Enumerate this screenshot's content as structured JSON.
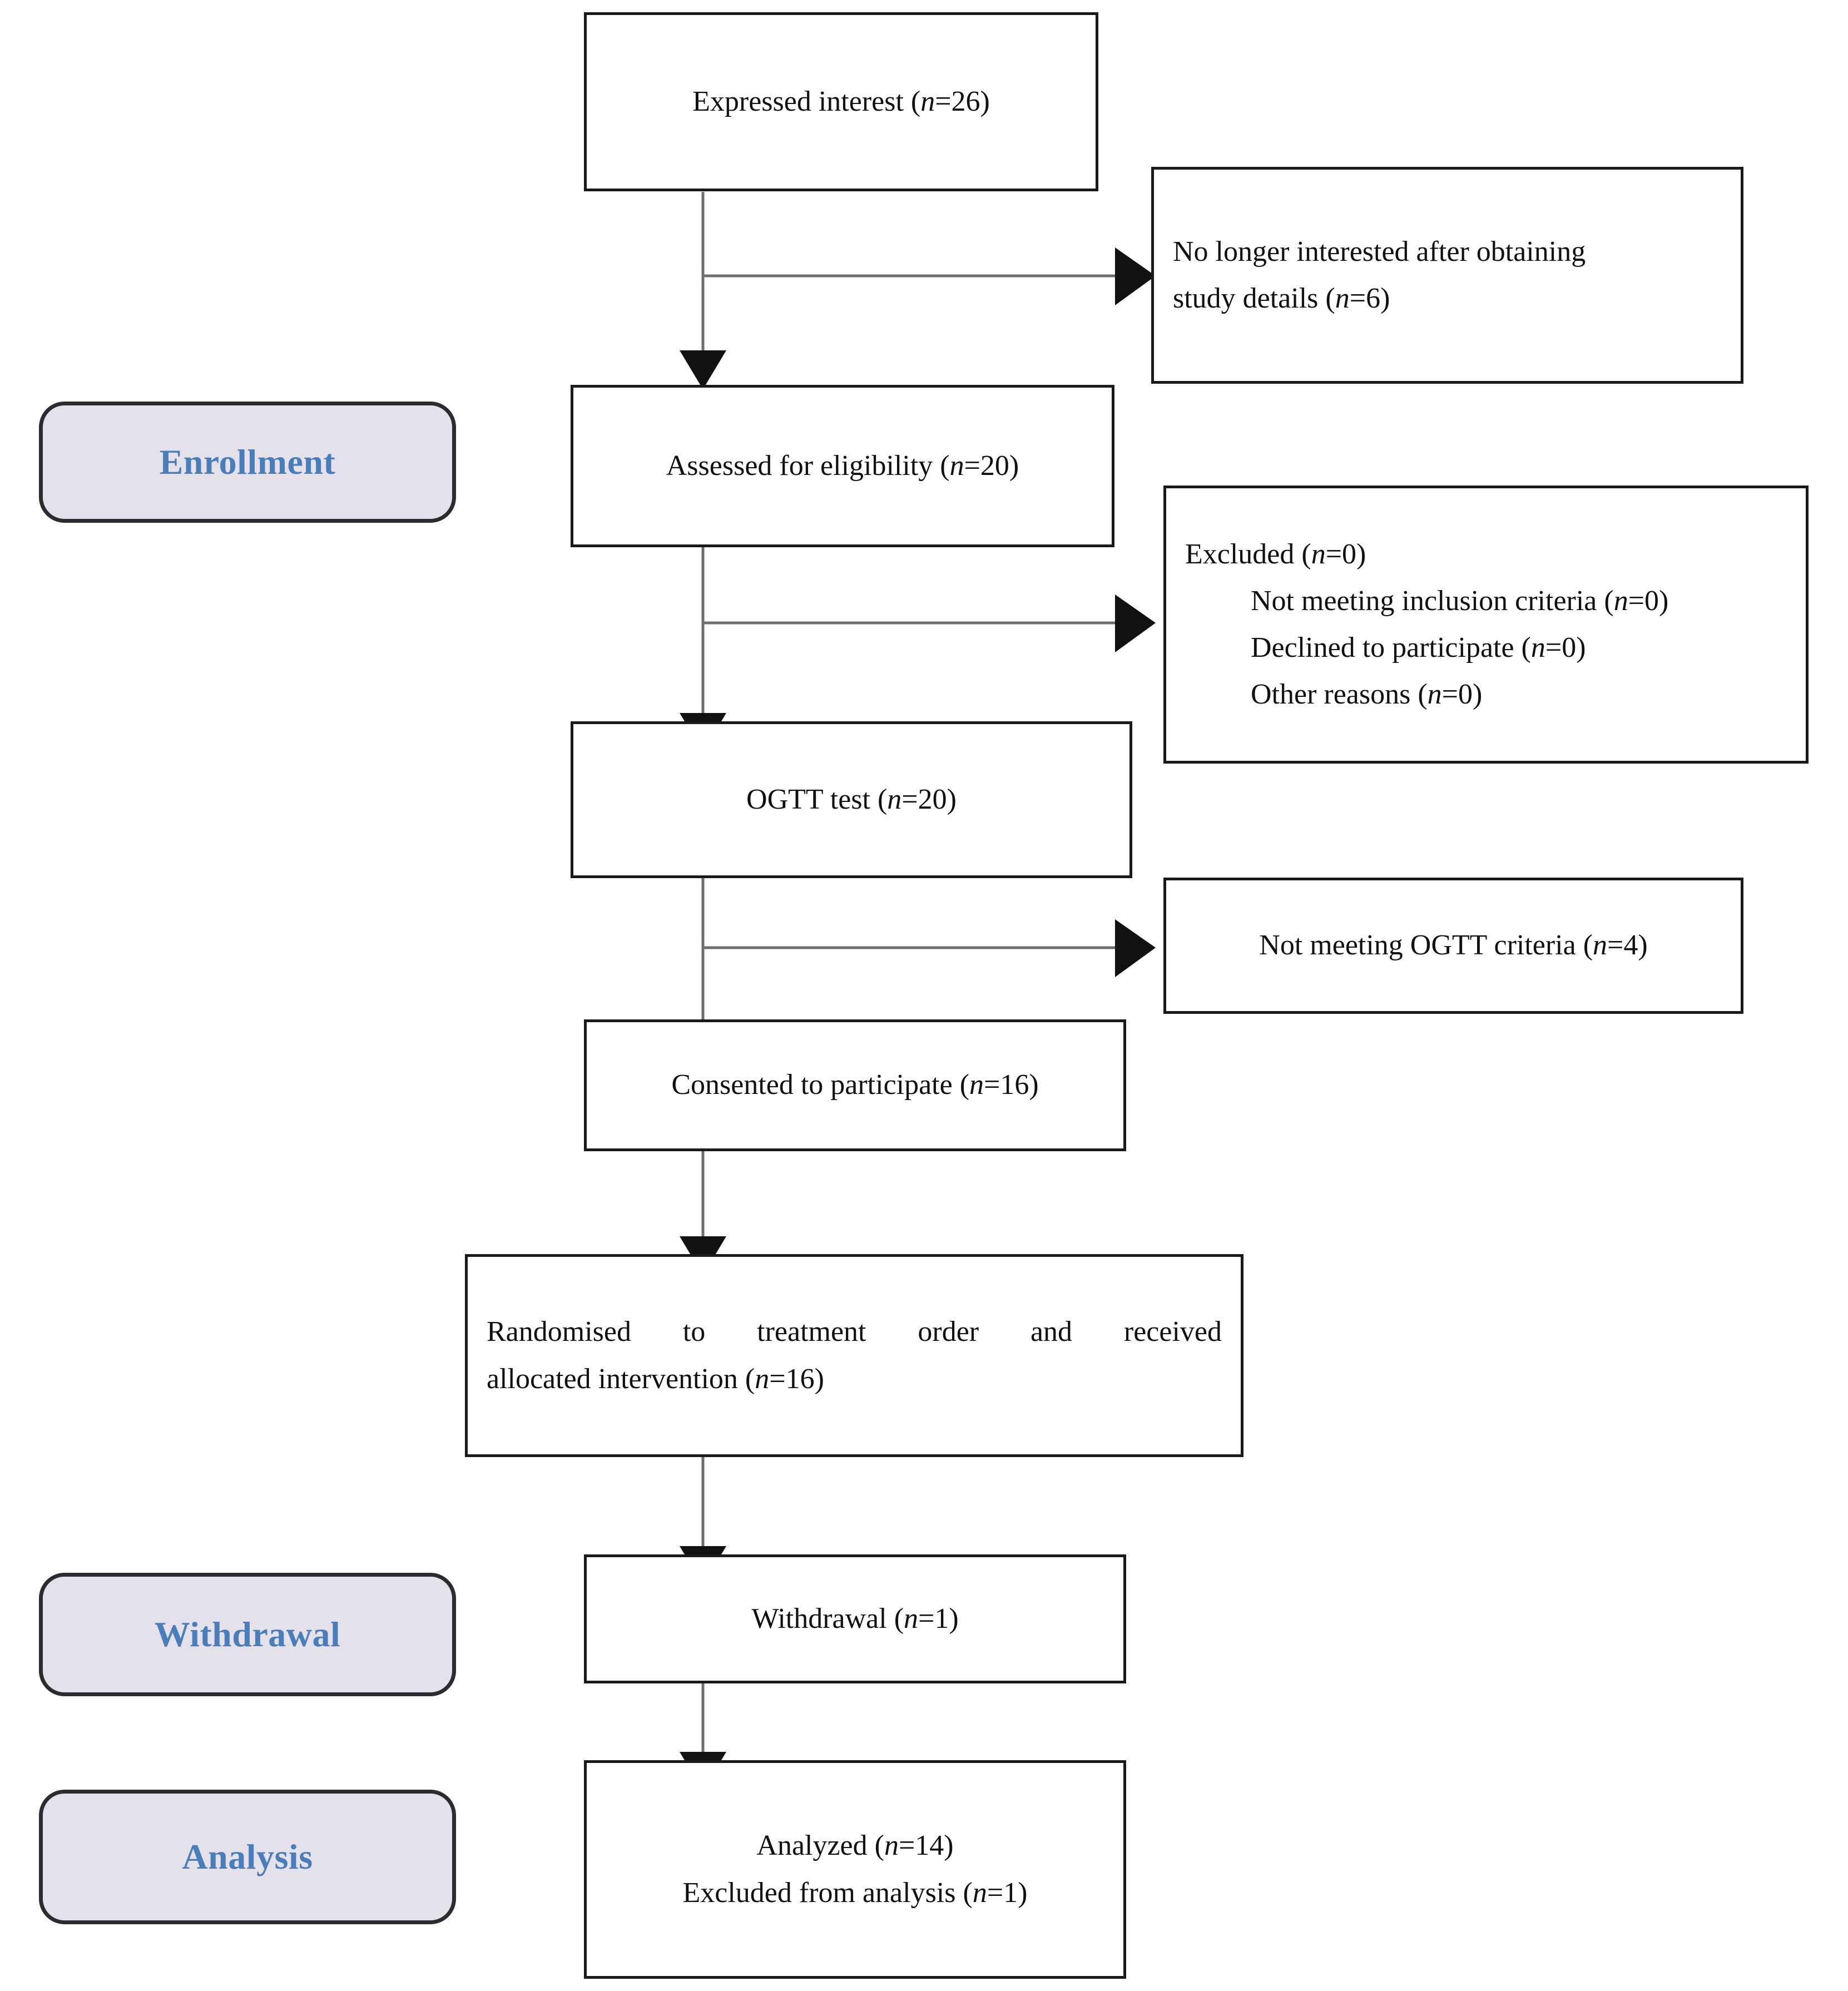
{
  "diagram": {
    "title": "CONSORT participant flow diagram",
    "colors": {
      "stage_label_text": "#4a7ebb",
      "stage_label_fill": "#e5e1ea",
      "stage_label_border": "#2b2b30",
      "box_border": "#1a1a1a",
      "box_fill": "#ffffff",
      "connector": "#6e6e6e",
      "arrowhead": "#111111"
    },
    "stage_labels": [
      {
        "id": "enrollment",
        "label": "Enrollment"
      },
      {
        "id": "withdrawal",
        "label": "Withdrawal"
      },
      {
        "id": "analysis",
        "label": "Analysis"
      }
    ],
    "main_boxes": [
      {
        "id": "expressed-interest",
        "text": "Expressed interest (",
        "n_symbol": "n",
        "n_value": "=26)",
        "full_text": "Expressed interest (n=26)"
      },
      {
        "id": "assessed-eligibility",
        "text": "Assessed for eligibility (",
        "n_symbol": "n",
        "n_value": "=20)",
        "full_text": "Assessed for eligibility (n=20)"
      },
      {
        "id": "ogtt-test",
        "text": "OGTT test (",
        "n_symbol": "n",
        "n_value": "=20)",
        "full_text": "OGTT test (n=20)"
      },
      {
        "id": "consented",
        "text": "Consented to participate (",
        "n_symbol": "n",
        "n_value": "=16)",
        "full_text": "Consented to participate (n=16)"
      },
      {
        "id": "randomised",
        "line1": "Randomised to treatment order and received",
        "line2_pre": "allocated intervention (",
        "n_symbol": "n",
        "line2_post": "=16)",
        "full_text": "Randomised to treatment order and received allocated intervention (n=16)"
      },
      {
        "id": "withdrawal-box",
        "text": "Withdrawal (",
        "n_symbol": "n",
        "n_value": "=1)",
        "full_text": "Withdrawal (n=1)"
      },
      {
        "id": "analysis-box",
        "line1_pre": "Analyzed (",
        "line1_n": "n",
        "line1_post": "=14)",
        "line2_pre": "Excluded from analysis (",
        "line2_n": "n",
        "line2_post": "=1)",
        "full_text": "Analyzed (n=14) / Excluded from analysis (n=1)"
      }
    ],
    "exclusion_boxes": [
      {
        "id": "no-longer-interested",
        "line1": "No longer interested after obtaining",
        "line2_pre": "study details (",
        "n_symbol": "n",
        "line2_post": "=6)",
        "full_text": "No longer interested after obtaining study details (n=6)"
      },
      {
        "id": "excluded",
        "heading_pre": "Excluded (",
        "heading_n": "n",
        "heading_post": "=0)",
        "items": [
          {
            "pre": "Not meeting inclusion criteria (",
            "n": "n",
            "post": "=0)"
          },
          {
            "pre": "Declined to participate (",
            "n": "n",
            "post": "=0)"
          },
          {
            "pre": "Other reasons (",
            "n": "n",
            "post": "=0)"
          }
        ],
        "full_text": "Excluded (n=0); Not meeting inclusion criteria (n=0); Declined to participate (n=0); Other reasons (n=0)"
      },
      {
        "id": "not-meeting-ogtt",
        "text_pre": "Not meeting OGTT criteria (",
        "n_symbol": "n",
        "text_post": "=4)",
        "full_text": "Not meeting OGTT criteria (n=4)"
      }
    ]
  }
}
